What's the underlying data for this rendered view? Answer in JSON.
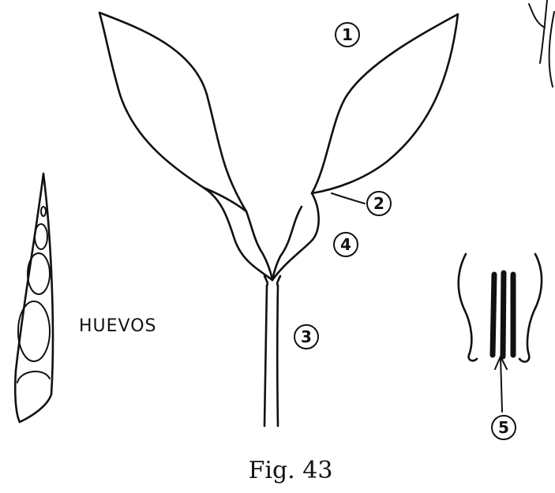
{
  "callouts": [
    "1",
    "2",
    "3",
    "4",
    "5"
  ],
  "eggs_label": "HUEVOS",
  "figure_caption": "Fig. 43",
  "colors": {
    "ink": "#111111",
    "paper": "#ffffff"
  }
}
